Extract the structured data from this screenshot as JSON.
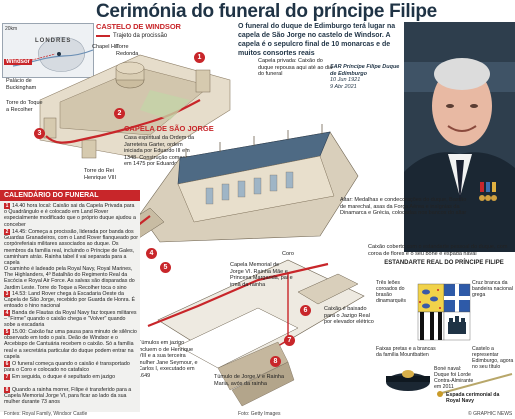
{
  "title": "Cerimónia do funeral do príncipe Filipe",
  "map": {
    "scale": "20km",
    "city": "LONDRES",
    "town": "Windsor"
  },
  "castle": {
    "label": "CASTELO DE WINDSOR",
    "route_legend": "Trajeto da procissão",
    "places": {
      "chapel_hill": "Chapel Hill",
      "round_tower": "Torre Redonda",
      "buckingham": "Palácio de Buckingham",
      "curfew_tower": "Torre do Toque a Recolher",
      "henry_gate": "Torre do Rei Henrique VIII"
    }
  },
  "intro": "O funeral do duque de Edimburgo terá lugar na capela de São Jorge no castelo de Windsor. A capela é o sepulcro final de 10 monarcas e de muitos consortes reais",
  "portrait_caption": {
    "name": "SAR Príncipe Filipe Duque de Edimburgo",
    "born": "10 Jun 1921",
    "died": "9 Abr 2021"
  },
  "private_chapel": "Capela privada: Caixão do duque repousa aqui até ao dia do funeral",
  "chapel": {
    "label": "CAPELA DE SÃO JORGE",
    "text": "Casa espiritual da Ordem da Jarreteira Garter, ordem iniciada por Eduardo III em 1348. Construção começou em 1475 por Eduardo IV"
  },
  "altar": "Altar: Medalhas e condecorações do duque, Bastão de marechal, asas da Força Aérea e insígnias da Dinamarca e Grécia, colocadas nos bancos do altar",
  "coffin": "Caixão coberto com o estandarte pessoal do duque, com coroa de flores e o seu boné e espada naval",
  "calendar": {
    "heading": "CALENDÁRIO DO FUNERAL",
    "items": [
      {
        "n": "1",
        "t": "14.40 hora local: Caixão sai da Capela Privada para o Quadrângulo e é colocado em Land Rover especialmente modificado que o próprio duque ajudou a conceber"
      },
      {
        "n": "2",
        "t": "14.45: Começa a procissão, liderada por banda dos Guardas Granadeiros, com o Land Rover flanqueado por corpóreferiais militares associados ao duque. Os membros da família real, incluindo o Príncipe de Gales, caminham atrás. Rainha tabel il vai separada para a capela"
      },
      {
        "n": "",
        "t": "O caminho é ladeado pela Royal Navy, Royal Marines, The Highlanders, 4º Batalhão do Regimento Real da Escócia e Royal Air Force. As salvas são disparadas do Jardim Leste. Torre do Toque a Recolher toca o sino"
      },
      {
        "n": "3",
        "t": "14.53: Land Rover chega à Escadaria Oeste da Capela de São Jorge, recebido por Guarda de Honra. É entoado o hino nacional"
      },
      {
        "n": "4",
        "t": "Banda de Flautas da Royal Navy faz toques militares – \"Firme\" quando o caixão chega e \"Volver\" quando sobe a escadaria"
      },
      {
        "n": "5",
        "t": "15.00: Caixão faz uma pausa para minuto de silêncio observado em todo o país. Deão de Windsor e o Arcebispo de Cantuária recebem o caixão. Só a família real e a secretária particular do duque podem entrar na capela"
      },
      {
        "n": "6",
        "t": "O funeral começa quando o caixão é transportado para o Coro e colocado no catafalco"
      },
      {
        "n": "7",
        "t": "Em seguida, o duque é sepultado em jazigo"
      },
      {
        "n": "8",
        "t": "Quando a rainha morrer, Filipe é transferido para a Capela Memorial Jorge VI, para ficar ao lado da sua mulher durante 73 anos"
      }
    ]
  },
  "labels": {
    "quire": "Coro",
    "memorial_chapel": "Capela Memorial de Jorge VI. Rainha Mãe e Princesa Margarida, pai e irmã da rainha",
    "royal_vault": "Caixão é baixado para o Jazigo Real por elevador elétrico",
    "tombs": "Túmulos em jazigo incluem o de Henrique VIII e a sua terceira mulher Jane Seymour, e Carlos I, executado em 1649",
    "george_v": "Túmulo de Jorge V e Rainha Maria, avós da rainha"
  },
  "standard": {
    "title": "ESTANDARTE REAL DO PRÍNCIPE FILIPE",
    "captions": {
      "denmark": "Três leões coroados do brasão dinamarquês",
      "greece": "Cruz branca da bandeira nacional grega",
      "mountbatten": "Faixas pretas e a brancas da família Mountbatten",
      "edinburgh": "Castelo a representar Edimburgo, agora no seu título"
    },
    "cap": "Boné naval: Duque foi Lorde Contra-Almirante em 2011",
    "sword": "Espada cerimonial da Royal Navy"
  },
  "footer": {
    "sources": "Fontes: Royal Family, Windsor Castle",
    "photo": "Foto: Getty Images",
    "credit": "© GRAPHIC NEWS"
  },
  "colors": {
    "accent": "#c8262a",
    "navy": "#1f3345",
    "stone": "#d9cfbb"
  }
}
